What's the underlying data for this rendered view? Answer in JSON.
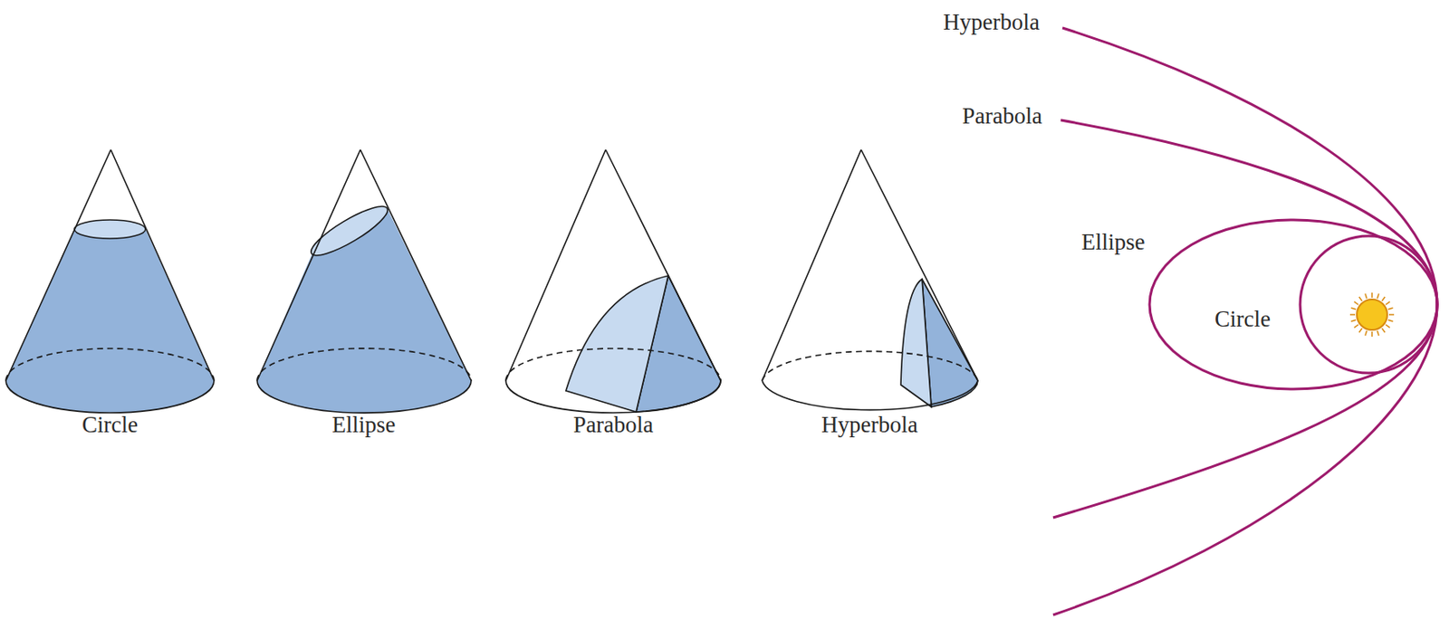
{
  "diagram": {
    "labels": [
      "Circle",
      "Ellipse",
      "Parabola",
      "Hyperbola",
      "Hyperbola",
      "Parabola",
      "Ellipse",
      "Circle"
    ]
  }
}
